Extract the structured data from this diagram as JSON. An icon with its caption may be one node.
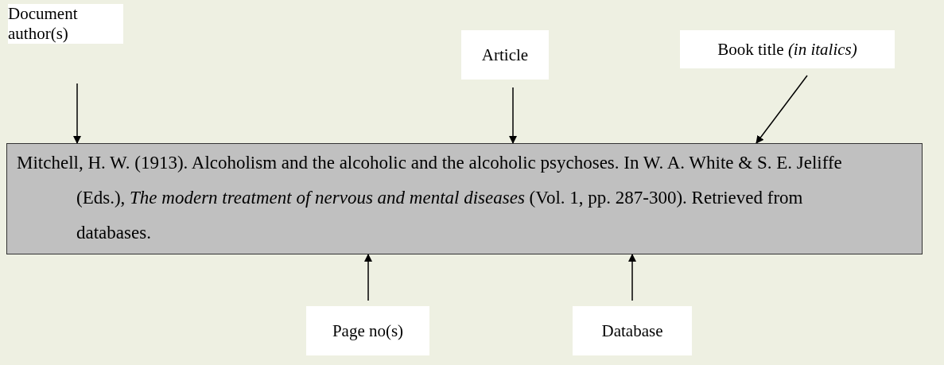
{
  "diagram": {
    "nodes": [
      {
        "text": [
          "Document author(s)"
        ]
      },
      {
        "text": [
          "Article"
        ]
      },
      {
        "text": [
          "Book title *(in italics)*"
        ]
      },
      {
        "text": [
          "Mitchell, H. W. (1913). Alcoholism and the alcoholic and the alcoholic psychoses. In W. A. White & S. E. Jeliffe (Eds.), *The modern treatment of nervous and mental diseases* (Vol. 1, pp. 287-300). Retrieved from databases."
        ]
      },
      {
        "text": [
          "Page no(s)"
        ]
      },
      {
        "text": [
          "Database"
        ]
      }
    ],
    "edges": [
      {
        "from": 0,
        "to": 3,
        "arrow": "to"
      },
      {
        "from": 1,
        "to": 3,
        "arrow": "to"
      },
      {
        "from": 2,
        "to": 3,
        "arrow": "to"
      },
      {
        "from": 4,
        "to": 3,
        "arrow": "to"
      },
      {
        "from": 5,
        "to": 3,
        "arrow": "to"
      }
    ]
  }
}
